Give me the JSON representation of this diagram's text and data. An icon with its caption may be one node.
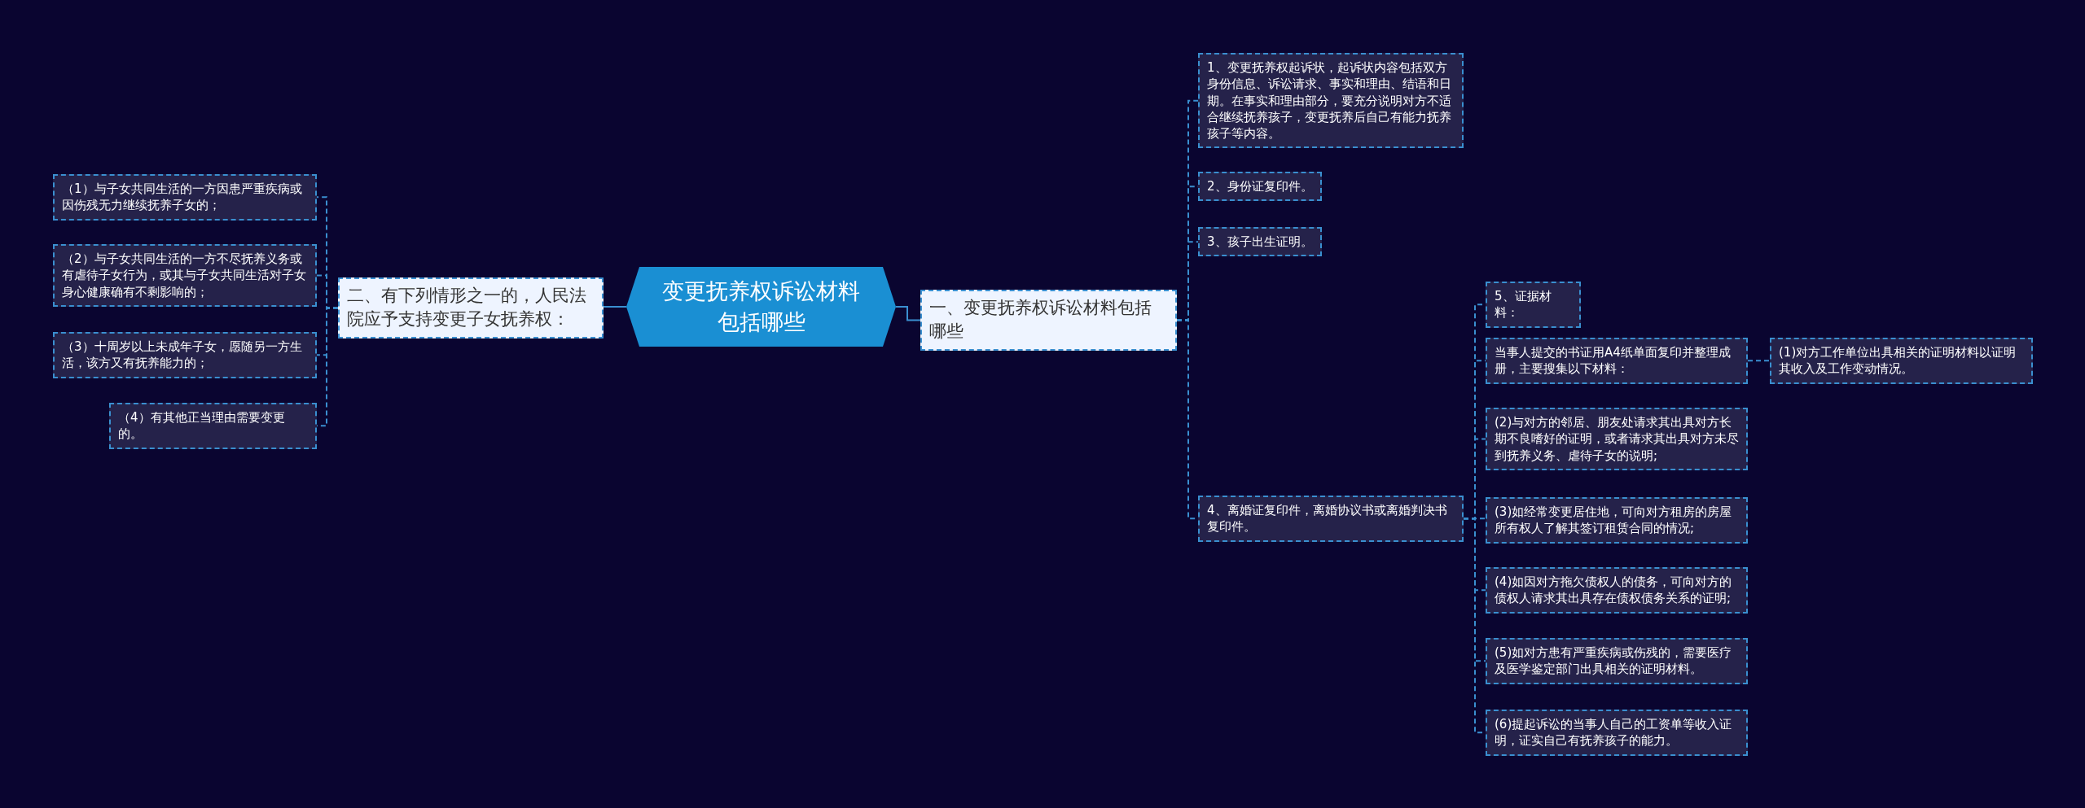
{
  "diagram": {
    "nodes": [
      {
        "text": [
          "变更抚养权诉讼材料包括哪些"
        ]
      },
      {
        "text": [
          "一、变更抚养权诉讼材料包括哪些"
        ]
      },
      {
        "text": [
          "1、变更抚养权起诉状，起诉状内容包括双方身份信息、诉讼请求、事实和理由、结语和日期。在事实和理由部分，要充分说明对方不适合继续抚养孩子，变更抚养后自己有能力抚养孩子等内容。"
        ]
      },
      {
        "text": [
          "2、身份证复印件。"
        ]
      },
      {
        "text": [
          "3、孩子出生证明。"
        ]
      },
      {
        "text": [
          "4、离婚证复印件，离婚协议书或离婚判决书复印件。"
        ]
      },
      {
        "text": [
          "5、证据材料："
        ]
      },
      {
        "text": [
          "当事人提交的书证用A4纸单面复印并整理成册，主要搜集以下材料："
        ]
      },
      {
        "text": [
          "(1)对方工作单位出具相关的证明材料以证明其收入及工作变动情况。"
        ]
      },
      {
        "text": [
          "(2)与对方的邻居、朋友处请求其出具对方长期不良嗜好的证明，或者请求其出具对方未尽到抚养义务、虐待子女的说明;"
        ]
      },
      {
        "text": [
          "(3)如经常变更居住地，可向对方租房的房屋所有权人了解其签订租赁合同的情况;"
        ]
      },
      {
        "text": [
          "(4)如因对方拖欠债权人的债务，可向对方的债权人请求其出具存在债权债务关系的证明;"
        ]
      },
      {
        "text": [
          "(5)如对方患有严重疾病或伤残的，需要医疗及医学鉴定部门出具相关的证明材料。"
        ]
      },
      {
        "text": [
          "(6)提起诉讼的当事人自己的工资单等收入证明，证实自己有抚养孩子的能力。"
        ]
      },
      {
        "text": [
          "二、有下列情形之一的，人民法院应予支持变更子女抚养权："
        ]
      },
      {
        "text": [
          "（1）与子女共同生活的一方因患严重疾病或因伤残无力继续抚养子女的；"
        ]
      },
      {
        "text": [
          "（2）与子女共同生活的一方不尽抚养义务或有虐待子女行为，或其与子女共同生活对子女身心健康确有不剩影响的；"
        ]
      },
      {
        "text": [
          "（3）十周岁以上未成年子女，愿随另一方生活，该方又有抚养能力的；"
        ]
      },
      {
        "text": [
          "（4）有其他正当理由需要变更的。"
        ]
      }
    ],
    "edges": [
      {
        "from": 0,
        "to": 1,
        "arrow": "none"
      },
      {
        "from": 1,
        "to": 2,
        "arrow": "none",
        "style": "dashed"
      },
      {
        "from": 1,
        "to": 3,
        "arrow": "none",
        "style": "dashed"
      },
      {
        "from": 1,
        "to": 4,
        "arrow": "none",
        "style": "dashed"
      },
      {
        "from": 1,
        "to": 5,
        "arrow": "none",
        "style": "dashed"
      },
      {
        "from": 5,
        "to": 6,
        "arrow": "none",
        "style": "dashed"
      },
      {
        "from": 5,
        "to": 7,
        "arrow": "none",
        "style": "dashed"
      },
      {
        "from": 7,
        "to": 8,
        "arrow": "none",
        "style": "dashed"
      },
      {
        "from": 5,
        "to": 9,
        "arrow": "none",
        "style": "dashed"
      },
      {
        "from": 5,
        "to": 10,
        "arrow": "none",
        "style": "dashed"
      },
      {
        "from": 5,
        "to": 11,
        "arrow": "none",
        "style": "dashed"
      },
      {
        "from": 5,
        "to": 12,
        "arrow": "none",
        "style": "dashed"
      },
      {
        "from": 5,
        "to": 13,
        "arrow": "none",
        "style": "dashed"
      },
      {
        "from": 0,
        "to": 14,
        "arrow": "none"
      },
      {
        "from": 14,
        "to": 15,
        "arrow": "none",
        "style": "dashed"
      },
      {
        "from": 14,
        "to": 16,
        "arrow": "none",
        "style": "dashed"
      },
      {
        "from": 14,
        "to": 17,
        "arrow": "none",
        "style": "dashed"
      },
      {
        "from": 14,
        "to": 18,
        "arrow": "none",
        "style": "dashed"
      }
    ]
  }
}
